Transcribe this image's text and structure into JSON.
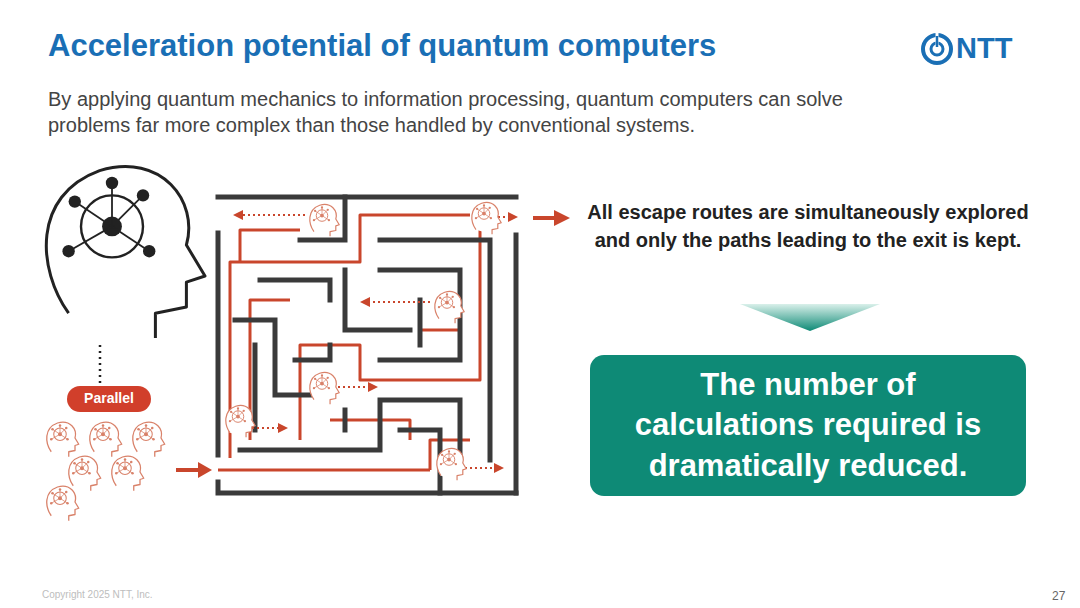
{
  "diagram": {
    "title": "Acceleration potential of quantum computers",
    "nodes": [
      {
        "text": [
          "Parallel"
        ]
      },
      {
        "text": [
          "The number of calculations required is dramatically reduced."
        ]
      }
    ],
    "labels": [
      "NTT",
      "By applying quantum mechanics to information processing, quantum computers can solve problems far more complex than those handled by conventional systems.",
      "All escape routes are simultaneously explored and only the paths leading to the exit is kept.",
      "Copyright 2025 NTT, Inc.",
      "27"
    ]
  }
}
